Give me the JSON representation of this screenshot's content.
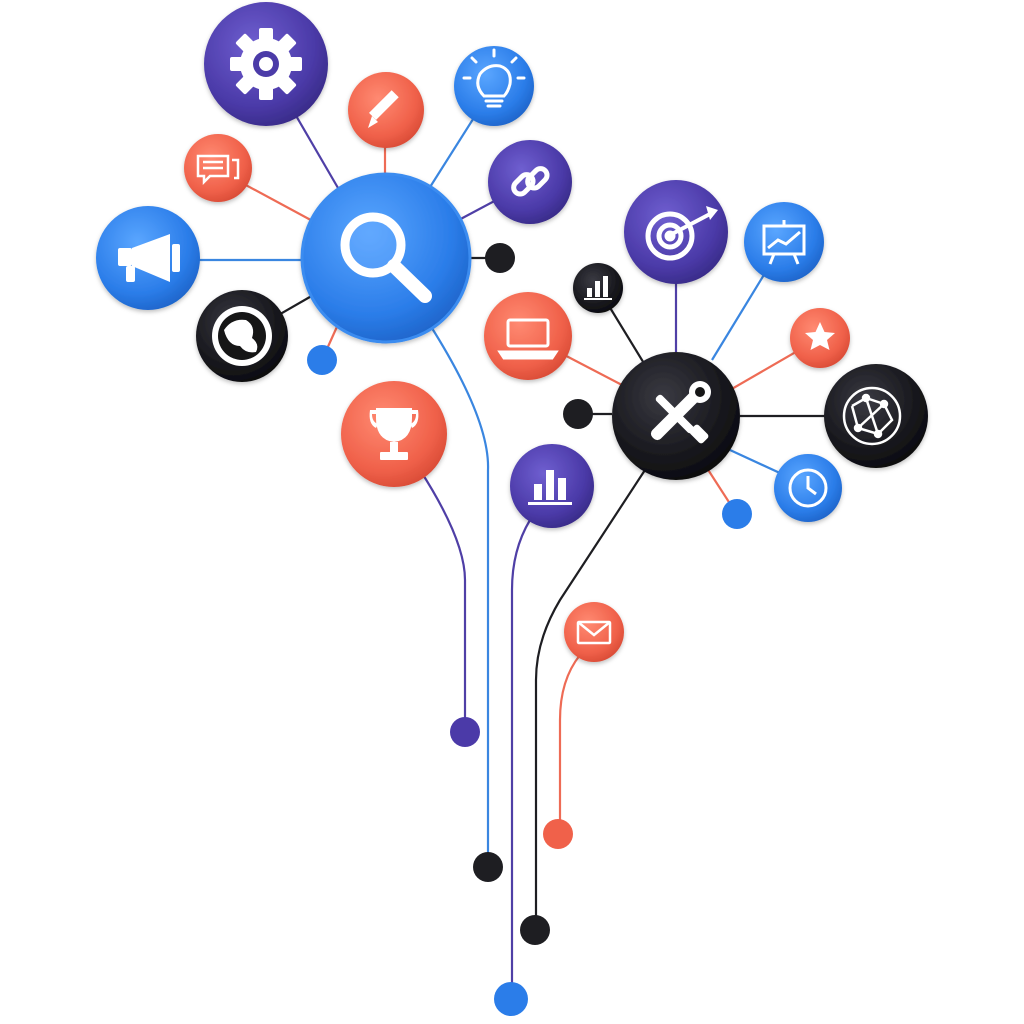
{
  "palette": {
    "blue": "#2b7de9",
    "purple": "#4b3aa8",
    "coral": "#f0614a",
    "black": "#141418",
    "line_blue": "#3a86e0",
    "line_purple": "#4f3fa6",
    "line_coral": "#ee6b55",
    "line_black": "#1e1e22"
  },
  "hubs": [
    {
      "id": "search-hub",
      "icon": "search-icon",
      "color": "blue"
    },
    {
      "id": "tools-hub",
      "icon": "wrench-screwdriver-icon",
      "color": "black"
    }
  ],
  "nodes": [
    {
      "id": "settings",
      "icon": "gear-icon",
      "color": "purple"
    },
    {
      "id": "edit",
      "icon": "pencil-icon",
      "color": "coral"
    },
    {
      "id": "idea",
      "icon": "lightbulb-icon",
      "color": "blue"
    },
    {
      "id": "comments",
      "icon": "chat-bubble-icon",
      "color": "coral"
    },
    {
      "id": "link",
      "icon": "chain-link-icon",
      "color": "purple"
    },
    {
      "id": "announce",
      "icon": "megaphone-icon",
      "color": "blue"
    },
    {
      "id": "globe",
      "icon": "globe-icon",
      "color": "black"
    },
    {
      "id": "target",
      "icon": "target-icon",
      "color": "purple"
    },
    {
      "id": "presentation",
      "icon": "presentation-chart-icon",
      "color": "blue"
    },
    {
      "id": "small-chart",
      "icon": "bar-chart-icon",
      "color": "black"
    },
    {
      "id": "laptop",
      "icon": "laptop-icon",
      "color": "coral"
    },
    {
      "id": "favorite",
      "icon": "star-icon",
      "color": "coral"
    },
    {
      "id": "network",
      "icon": "network-globe-icon",
      "color": "black"
    },
    {
      "id": "trophy",
      "icon": "trophy-icon",
      "color": "coral"
    },
    {
      "id": "analytics",
      "icon": "bar-chart-icon",
      "color": "purple"
    },
    {
      "id": "clock",
      "icon": "clock-icon",
      "color": "blue"
    },
    {
      "id": "mail",
      "icon": "envelope-icon",
      "color": "coral"
    }
  ]
}
